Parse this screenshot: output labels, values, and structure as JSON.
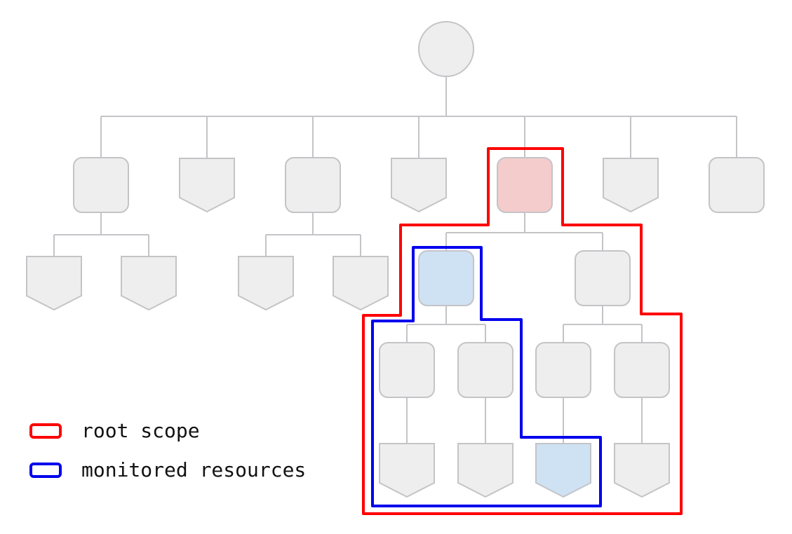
{
  "legend": {
    "root_scope": {
      "label": "root scope",
      "color": "#ff0000"
    },
    "monitored": {
      "label": "monitored resources",
      "color": "#0000ee"
    }
  },
  "colors": {
    "node_fill": "#eeeeee",
    "node_stroke": "#c4c4c8",
    "edge": "#c4c4c8",
    "root_scope_fill": "#f4cccc",
    "monitored_fill": "#cfe2f3"
  },
  "nodes": [
    {
      "id": "root",
      "shape": "circle",
      "highlight": "none"
    },
    {
      "id": "n1",
      "shape": "folder",
      "highlight": "none"
    },
    {
      "id": "n2",
      "shape": "resource",
      "highlight": "none"
    },
    {
      "id": "n3",
      "shape": "folder",
      "highlight": "none"
    },
    {
      "id": "n4",
      "shape": "resource",
      "highlight": "none"
    },
    {
      "id": "n5",
      "shape": "folder",
      "highlight": "root-scope"
    },
    {
      "id": "n6",
      "shape": "resource",
      "highlight": "none"
    },
    {
      "id": "n7",
      "shape": "folder",
      "highlight": "none"
    },
    {
      "id": "n1a",
      "shape": "resource",
      "highlight": "none"
    },
    {
      "id": "n1b",
      "shape": "resource",
      "highlight": "none"
    },
    {
      "id": "n3a",
      "shape": "resource",
      "highlight": "none"
    },
    {
      "id": "n3b",
      "shape": "resource",
      "highlight": "none"
    },
    {
      "id": "n5a",
      "shape": "folder",
      "highlight": "monitored"
    },
    {
      "id": "n5b",
      "shape": "folder",
      "highlight": "none"
    },
    {
      "id": "n5a1",
      "shape": "folder",
      "highlight": "none"
    },
    {
      "id": "n5a2",
      "shape": "folder",
      "highlight": "none"
    },
    {
      "id": "n5b1",
      "shape": "folder",
      "highlight": "none"
    },
    {
      "id": "n5b2",
      "shape": "folder",
      "highlight": "none"
    },
    {
      "id": "n5a1r",
      "shape": "resource",
      "highlight": "none"
    },
    {
      "id": "n5a2r",
      "shape": "resource",
      "highlight": "none"
    },
    {
      "id": "n5b1r",
      "shape": "resource",
      "highlight": "monitored"
    },
    {
      "id": "n5b2r",
      "shape": "resource",
      "highlight": "none"
    }
  ]
}
